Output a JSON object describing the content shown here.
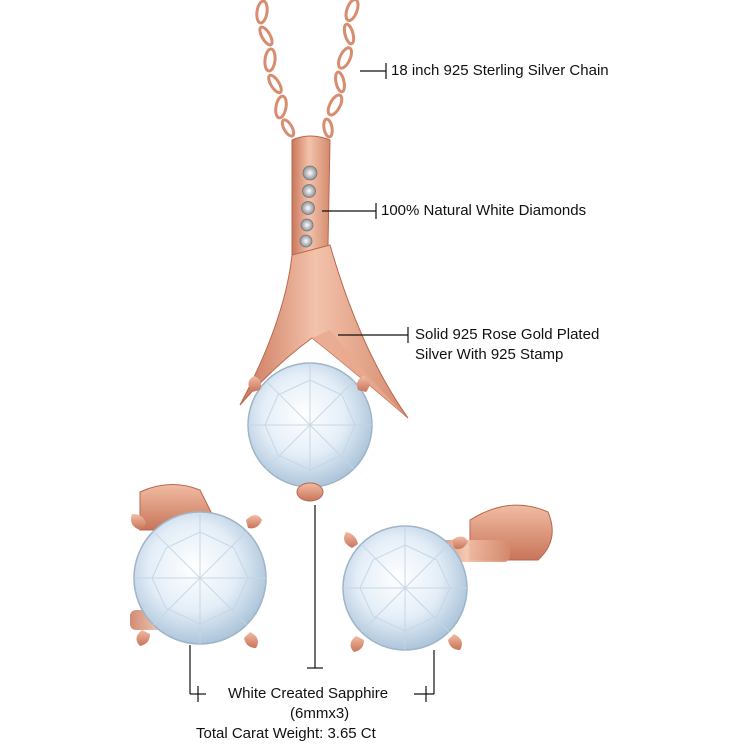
{
  "callouts": {
    "chain": "18 inch 925 Sterling Silver Chain",
    "diamonds": "100% Natural White Diamonds",
    "metal_line1": "Solid 925 Rose Gold Plated",
    "metal_line2": "Silver With 925 Stamp",
    "stone_line1": "White Created Sapphire",
    "stone_line2": "(6mmx3)",
    "stone_line3": "Total Carat Weight: 3.65 Ct"
  },
  "colors": {
    "rose_gold": "#e8a487",
    "rose_gold_dark": "#c47257",
    "rose_gold_light": "#f6d3c2",
    "stone": "#e9f2fa",
    "stone_shade": "#b9cfe2",
    "line": "#111111"
  }
}
